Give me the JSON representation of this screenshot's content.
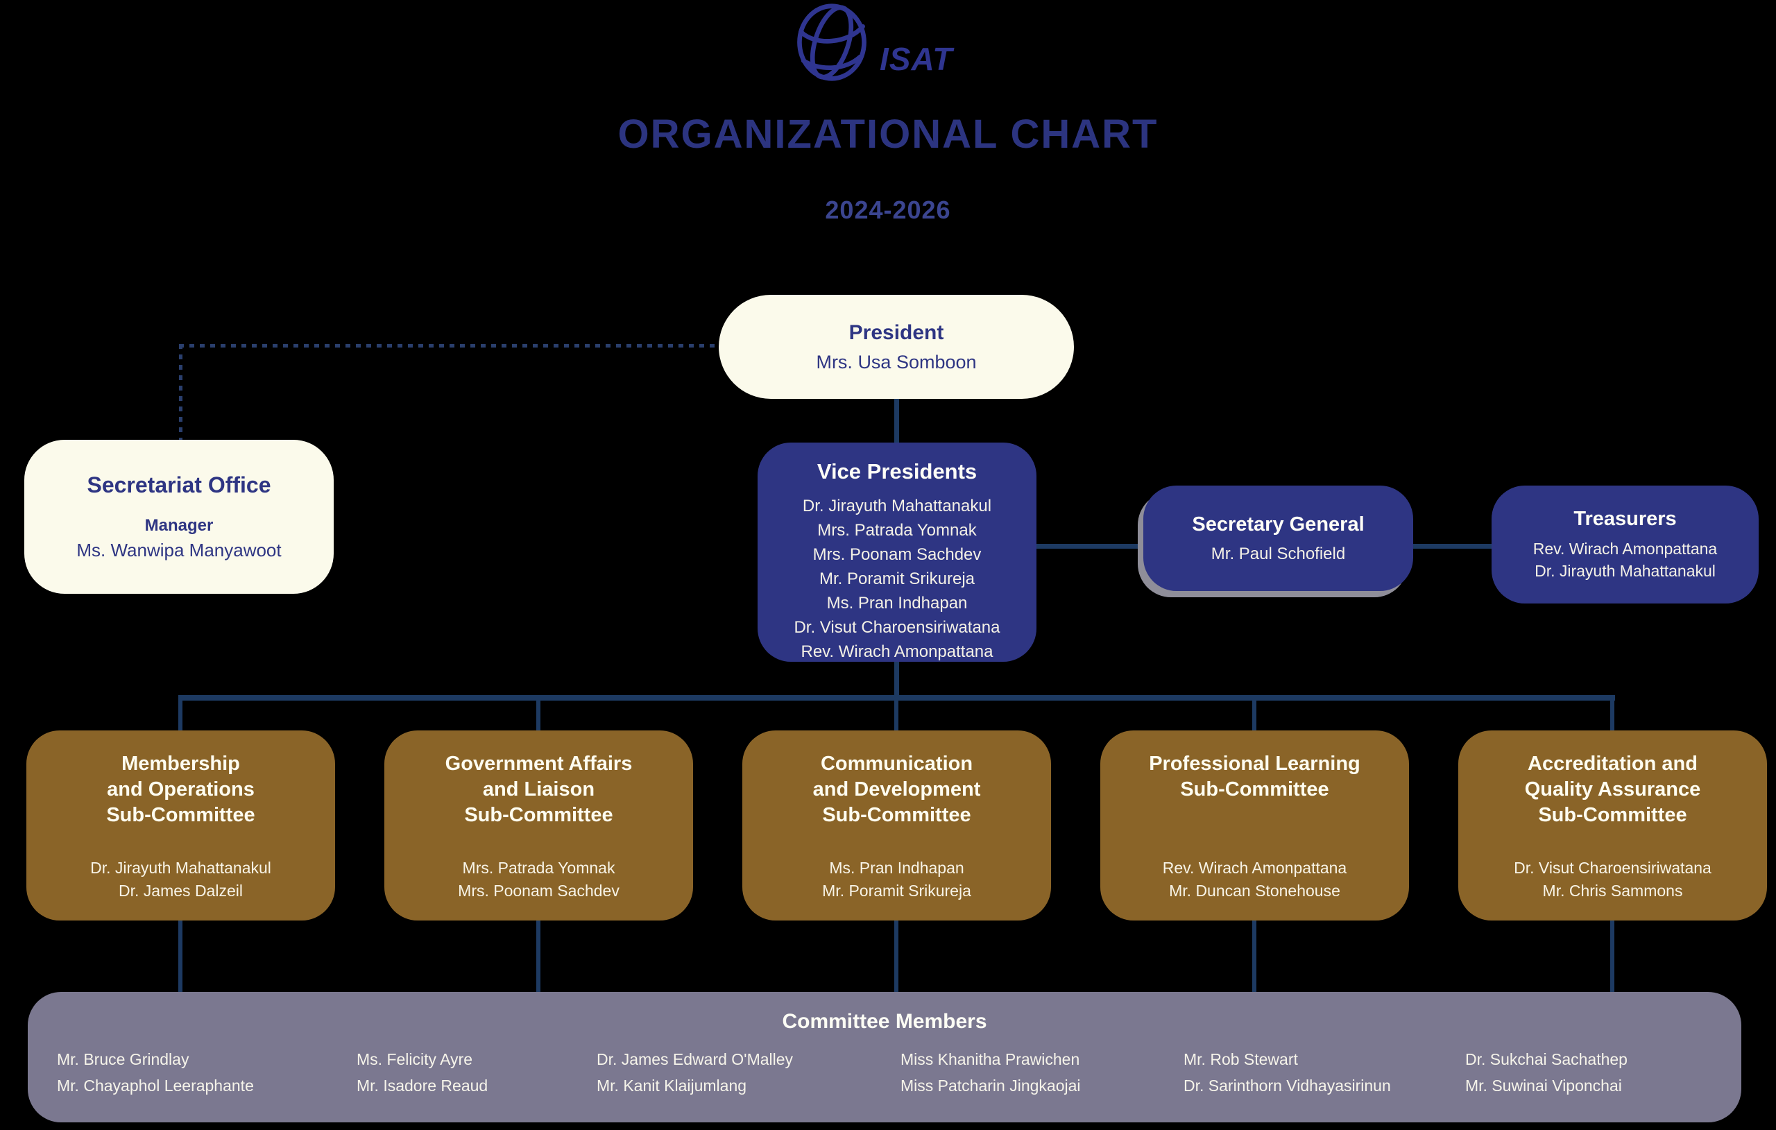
{
  "brand": {
    "name": "ISAT",
    "icon": "globe-icon"
  },
  "header": {
    "title": "ORGANIZATIONAL CHART",
    "term": "2024-2026"
  },
  "colors": {
    "background": "#000000",
    "navy_box": "#2e3583",
    "brown_box": "#8a6428",
    "cream_box": "#fbfaeb",
    "gray_bar": "#7b7890",
    "connector": "#1d3a62",
    "title_text": "#2c3480"
  },
  "nodes": {
    "president": {
      "title": "President",
      "members": [
        "Mrs. Usa Somboon"
      ]
    },
    "secretariat_office": {
      "title": "Secretariat Office",
      "subtitle": "Manager",
      "members": [
        "Ms. Wanwipa Manyawoot"
      ]
    },
    "vice_presidents": {
      "title": "Vice Presidents",
      "members": [
        "Dr. Jirayuth Mahattanakul",
        "Mrs. Patrada Yomnak",
        "Mrs. Poonam Sachdev",
        "Mr. Poramit Srikureja",
        "Ms. Pran Indhapan",
        "Dr. Visut Charoensiriwatana",
        "Rev. Wirach Amonpattana"
      ]
    },
    "secretary_general": {
      "title": "Secretary General",
      "members": [
        "Mr. Paul Schofield"
      ]
    },
    "treasurers": {
      "title": "Treasurers",
      "members": [
        "Rev. Wirach Amonpattana",
        "Dr. Jirayuth Mahattanakul"
      ]
    },
    "subcommittees": [
      {
        "title": [
          "Membership",
          "and Operations",
          "Sub-Committee"
        ],
        "members": [
          "Dr. Jirayuth Mahattanakul",
          "Dr. James Dalzeil"
        ]
      },
      {
        "title": [
          "Government Affairs",
          "and Liaison",
          "Sub-Committee"
        ],
        "members": [
          "Mrs. Patrada Yomnak",
          "Mrs. Poonam Sachdev"
        ]
      },
      {
        "title": [
          "Communication",
          "and Development",
          "Sub-Committee"
        ],
        "members": [
          "Ms. Pran Indhapan",
          "Mr. Poramit Srikureja"
        ]
      },
      {
        "title": [
          "Professional Learning",
          "Sub-Committee"
        ],
        "members": [
          "Rev. Wirach Amonpattana",
          "Mr. Duncan Stonehouse"
        ]
      },
      {
        "title": [
          "Accreditation and",
          "Quality Assurance",
          "Sub-Committee"
        ],
        "members": [
          "Dr. Visut Charoensiriwatana",
          "Mr. Chris Sammons"
        ]
      }
    ],
    "committee_members": {
      "title": "Committee Members",
      "columns": [
        [
          "Mr. Bruce Grindlay",
          "Mr. Chayaphol Leeraphante"
        ],
        [
          "Ms. Felicity Ayre",
          "Mr. Isadore Reaud"
        ],
        [
          "Dr. James Edward O'Malley",
          "Mr. Kanit Klaijumlang"
        ],
        [
          "Miss Khanitha Prawichen",
          "Miss Patcharin Jingkaojai"
        ],
        [
          "Mr. Rob Stewart",
          "Dr. Sarinthorn Vidhayasirinun"
        ],
        [
          "Dr. Sukchai Sachathep",
          "Mr. Suwinai Viponchai"
        ]
      ]
    }
  }
}
